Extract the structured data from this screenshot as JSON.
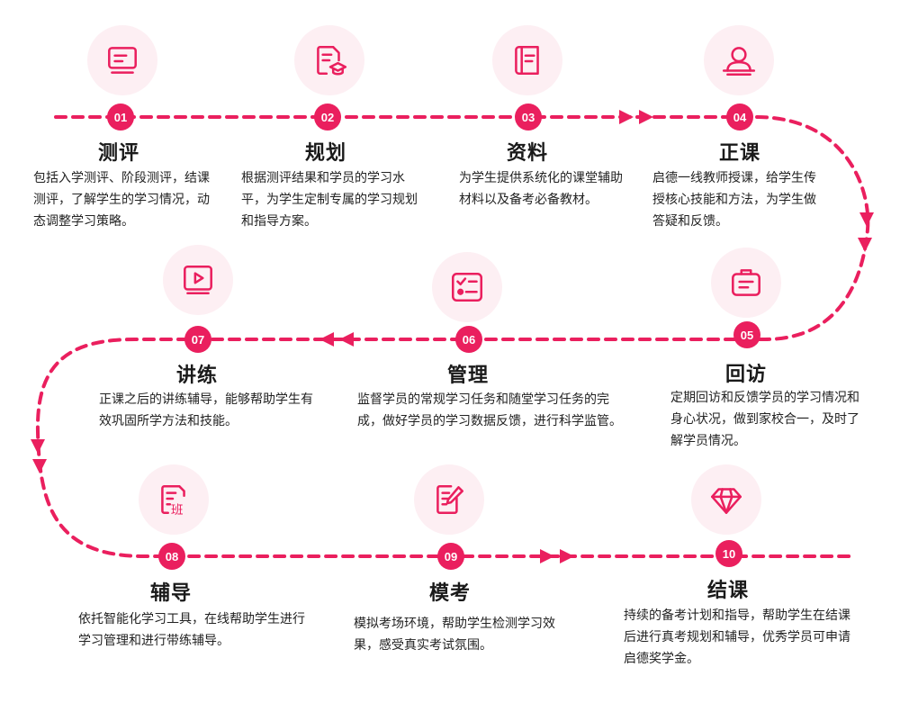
{
  "accent_color": "#ea1f5e",
  "icon_bg_color": "#fdeff3",
  "steps": [
    {
      "num": "01",
      "title": "测评",
      "icon": "monitor-icon",
      "desc": "包括入学测评、阶段测评，结课测评，了解学生的学习情况，动态调整学习策略。"
    },
    {
      "num": "02",
      "title": "规划",
      "icon": "graduation-document-icon",
      "desc": "根据测评结果和学员的学习水平，为学生定制专属的学习规划和指导方案。"
    },
    {
      "num": "03",
      "title": "资料",
      "icon": "book-icon",
      "desc": "为学生提供系统化的课堂辅助材料以及备考必备教材。"
    },
    {
      "num": "04",
      "title": "正课",
      "icon": "teacher-icon",
      "desc": "启德一线教师授课，给学生传授核心技能和方法，为学生做答疑和反馈。"
    },
    {
      "num": "05",
      "title": "回访",
      "icon": "briefcase-icon",
      "desc": "定期回访和反馈学员的学习情况和身心状况，做到家校合一，及时了解学员情况。"
    },
    {
      "num": "06",
      "title": "管理",
      "icon": "checklist-icon",
      "desc": "监督学员的常规学习任务和随堂学习任务的完成，做好学员的学习数据反馈，进行科学监管。"
    },
    {
      "num": "07",
      "title": "讲练",
      "icon": "video-play-icon",
      "desc": "正课之后的讲练辅导，能够帮助学生有效巩固所学方法和技能。"
    },
    {
      "num": "08",
      "title": "辅导",
      "icon": "class-document-icon",
      "icon_text": "班",
      "desc": "依托智能化学习工具，在线帮助学生进行学习管理和进行带练辅导。"
    },
    {
      "num": "09",
      "title": "模考",
      "icon": "exam-edit-icon",
      "desc": "模拟考场环境，帮助学生检测学习效果，感受真实考试氛围。"
    },
    {
      "num": "10",
      "title": "结课",
      "icon": "diamond-icon",
      "desc": "持续的备考计划和指导，帮助学生在结课后进行真考规划和辅导，优秀学员可申请启德奖学金。"
    }
  ]
}
